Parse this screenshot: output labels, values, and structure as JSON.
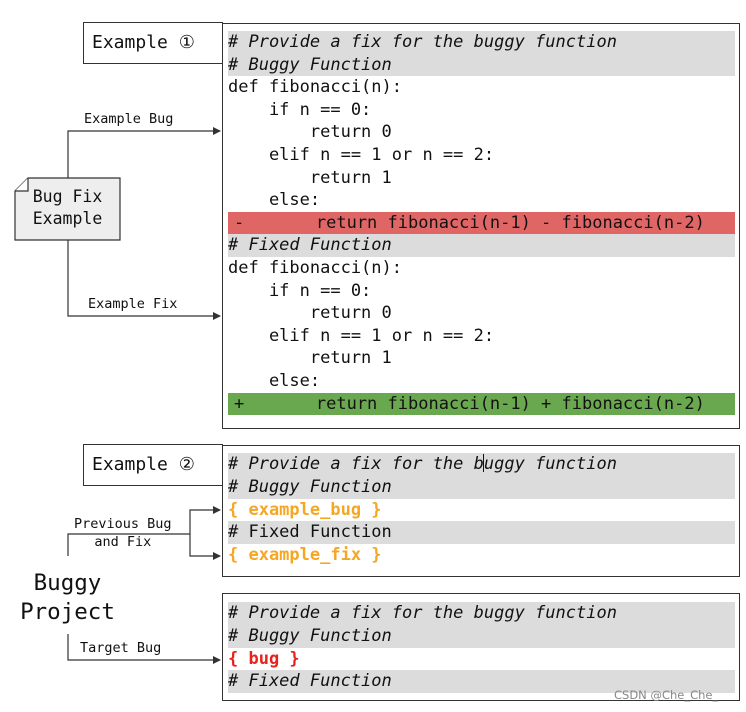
{
  "labels": {
    "example1": "Example ①",
    "example2": "Example ②",
    "note": [
      "Bug Fix",
      "Example"
    ],
    "buggy_project": [
      "Buggy",
      "Project"
    ],
    "example_bug": "Example Bug",
    "example_fix": "Example Fix",
    "previous_bug": [
      "Previous Bug",
      "and Fix"
    ],
    "target_bug": "Target Bug"
  },
  "panel1": [
    {
      "text": "# Provide a fix for the buggy function",
      "style": "gray-italic"
    },
    {
      "text": "# Buggy Function",
      "style": "gray-italic"
    },
    {
      "text": "def fibonacci(n):",
      "style": "plain"
    },
    {
      "text": "    if n == 0:",
      "style": "plain"
    },
    {
      "text": "        return 0",
      "style": "plain"
    },
    {
      "text": "    elif n == 1 or n == 2:",
      "style": "plain"
    },
    {
      "text": "        return 1",
      "style": "plain"
    },
    {
      "text": "    else:",
      "style": "plain"
    },
    {
      "text": "-       return fibonacci(n-1) - fibonacci(n-2)",
      "style": "removed"
    },
    {
      "text": "# Fixed Function",
      "style": "gray-italic"
    },
    {
      "text": "def fibonacci(n):",
      "style": "plain"
    },
    {
      "text": "    if n == 0:",
      "style": "plain"
    },
    {
      "text": "        return 0",
      "style": "plain"
    },
    {
      "text": "    elif n == 1 or n == 2:",
      "style": "plain"
    },
    {
      "text": "        return 1",
      "style": "plain"
    },
    {
      "text": "    else:",
      "style": "plain"
    },
    {
      "text": "+       return fibonacci(n-1) + fibonacci(n-2)",
      "style": "added"
    }
  ],
  "panel2": {
    "header_a": "# Provide a fix for the b",
    "header_b": "uggy function",
    "buggy_header": "# Buggy Function",
    "example_bug": "{ example_bug }",
    "fixed_header": "# Fixed Function",
    "example_fix": "{ example_fix }"
  },
  "panel3": {
    "header": "# Provide a fix for the buggy function",
    "buggy_header": "# Buggy Function",
    "bug": "{ bug }",
    "fixed_header": "# Fixed Function"
  },
  "watermark": "CSDN @Che_Che_"
}
